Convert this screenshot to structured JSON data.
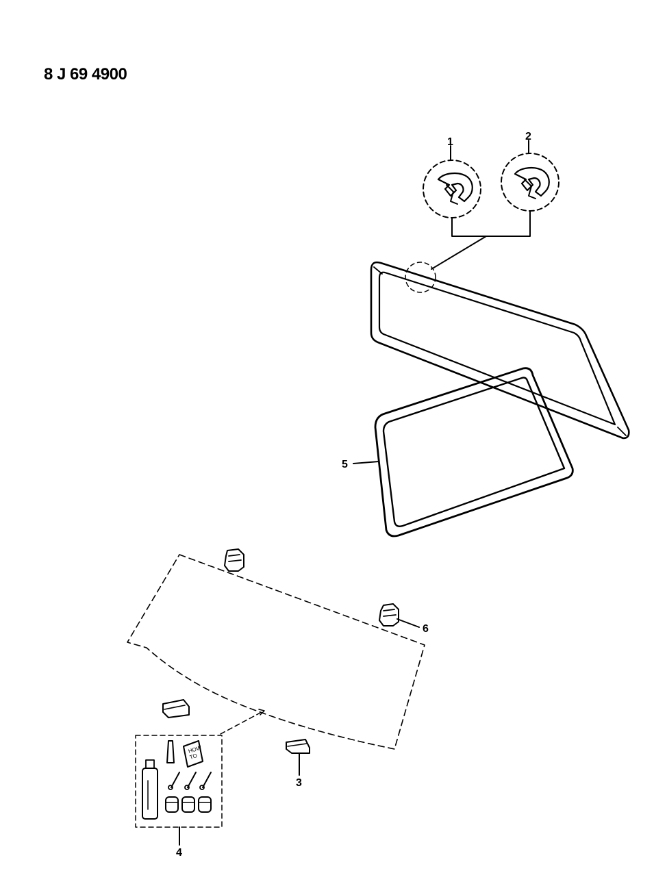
{
  "diagram_code": "8 J 69 4900",
  "callouts": [
    {
      "id": "callout-1",
      "label": "1"
    },
    {
      "id": "callout-2",
      "label": "2"
    },
    {
      "id": "callout-3",
      "label": "3"
    },
    {
      "id": "callout-4",
      "label": "4"
    },
    {
      "id": "callout-5",
      "label": "5"
    },
    {
      "id": "callout-6",
      "label": "6"
    }
  ],
  "kit": {
    "booklet_line1": "HOW",
    "booklet_line2": "TO"
  }
}
